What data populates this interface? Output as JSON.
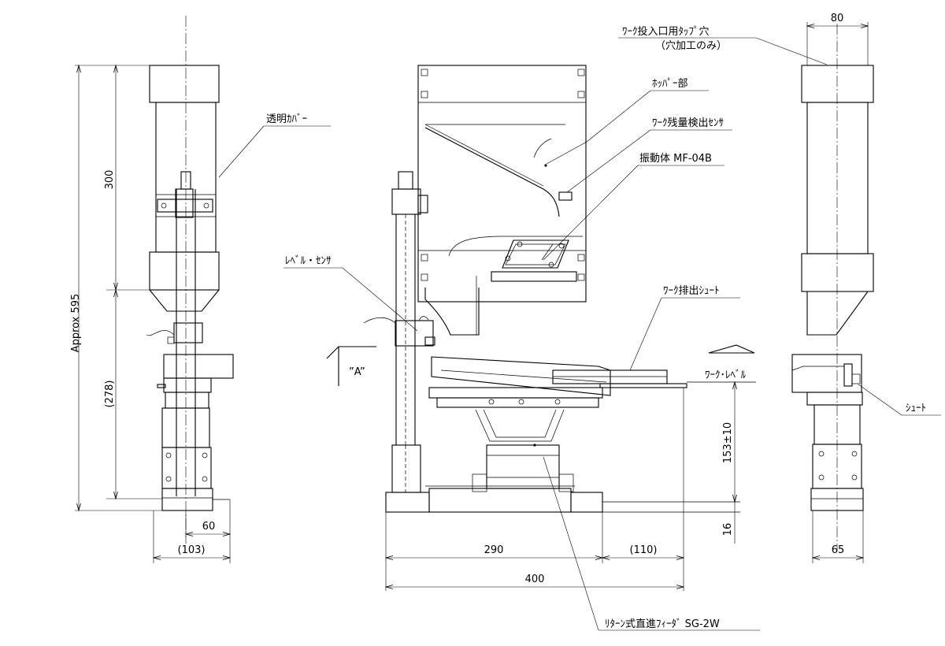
{
  "labels": {
    "work_inlet_tap": "ﾜｰｸ投入口用ﾀｯﾌﾟ穴",
    "hole_only": "（穴加工のみ）",
    "hopper": "ﾎｯﾊﾟｰ部",
    "work_sensor": "ﾜｰｸ残量検出ｾﾝｻ",
    "vibrator": "振動体 MF-04B",
    "clear_cover": "透明ｶﾊﾞｰ",
    "level_sensor": "ﾚﾍﾞﾙ・ｾﾝｻ",
    "discharge_chute": "ﾜｰｸ排出ｼｭｰﾄ",
    "work_level": "ﾜｰｸ･ﾚﾍﾞﾙ",
    "chute": "ｼｭｰﾄ",
    "view_a": "”A”",
    "return_feeder": "ﾘﾀｰﾝ式直進ﾌｨｰﾀﾞ  SG-2W"
  },
  "dimensions": {
    "approx_total": "Approx 595",
    "height_300": "300",
    "height_278": "(278)",
    "width_60": "60",
    "width_103": "(103)",
    "width_290": "290",
    "width_110": "(110)",
    "width_400": "400",
    "height_153": "153±10",
    "height_16": "16",
    "width_80": "80",
    "width_65": "65"
  }
}
